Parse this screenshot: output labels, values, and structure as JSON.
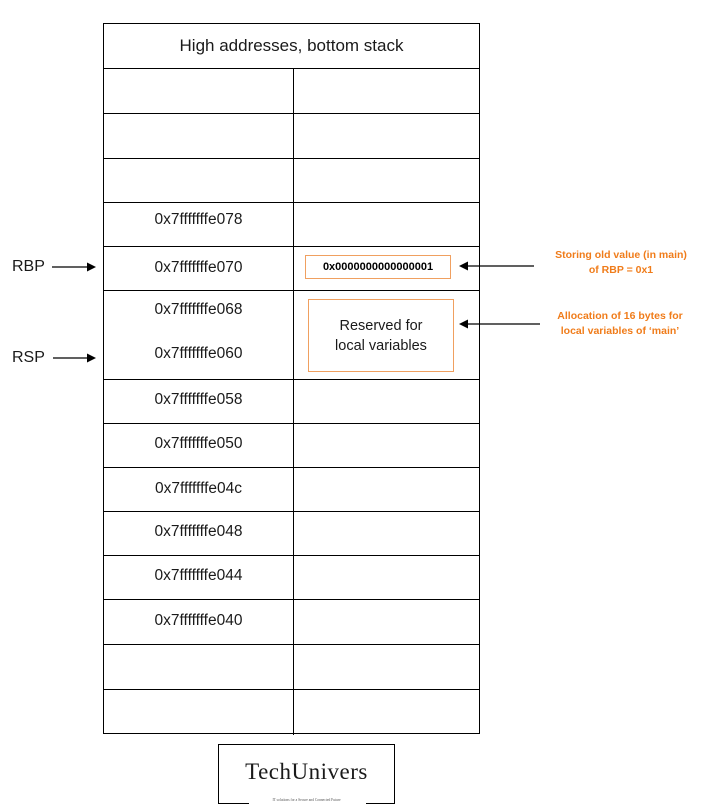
{
  "stack": {
    "header": "High addresses, bottom stack",
    "addresses": [
      "0x7fffffffe078",
      "0x7fffffffe070",
      "0x7fffffffe068",
      "0x7fffffffe060",
      "0x7fffffffe058",
      "0x7fffffffe050",
      "0x7fffffffe04c",
      "0x7fffffffe048",
      "0x7fffffffe044",
      "0x7fffffffe040"
    ]
  },
  "registers": {
    "rbp": "RBP",
    "rsp": "RSP"
  },
  "annotations": {
    "old_value": "0x0000000000000001",
    "reserved": "Reserved for local variables",
    "note_rbp_line1": "Storing old value (in main)",
    "note_rbp_line2": "of RBP = 0x1",
    "note_alloc_line1": "Allocation of 16 bytes for",
    "note_alloc_line2": "local variables of ‘main’"
  },
  "logo": {
    "name": "TechUnivers",
    "tagline": "IT solutions for a Secure and Connected Future"
  },
  "colors": {
    "accent": "#f07c1a",
    "box_border": "#f0a060",
    "lines": "#000000"
  }
}
